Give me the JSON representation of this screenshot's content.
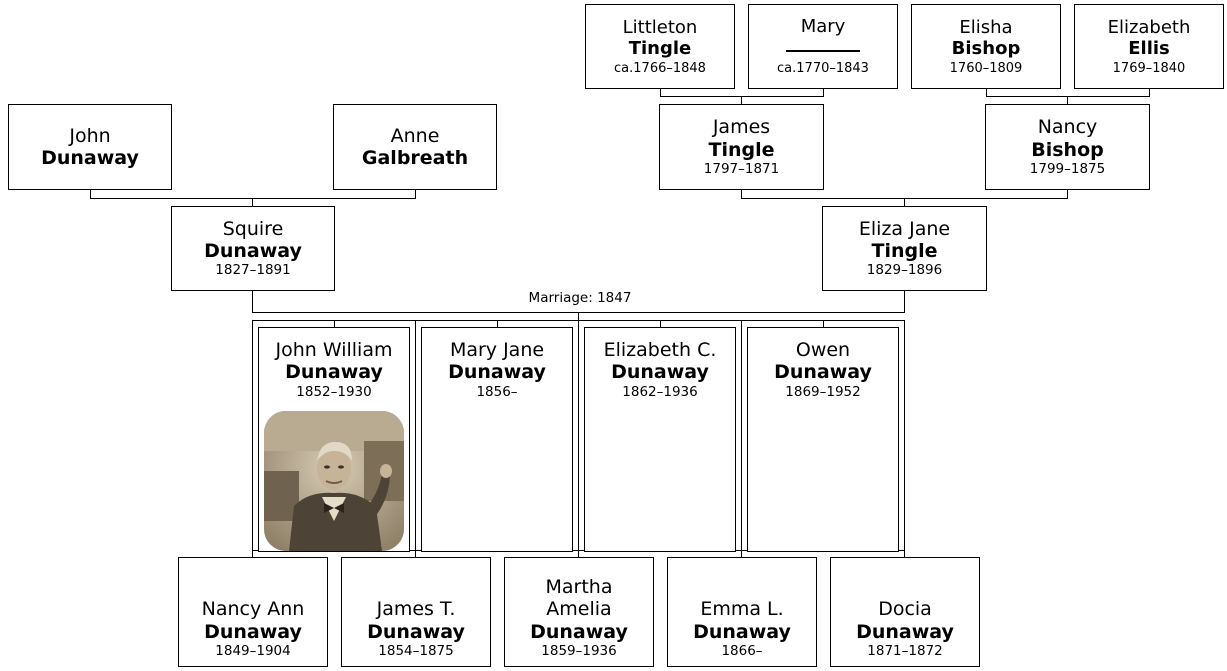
{
  "people": {
    "littleton": {
      "given": "Littleton",
      "surname": "Tingle",
      "dates": "ca.1766–1848"
    },
    "mary": {
      "given": "Mary",
      "surname": "",
      "dates": "ca.1770–1843"
    },
    "elisha": {
      "given": "Elisha",
      "surname": "Bishop",
      "dates": "1760–1809"
    },
    "elizabeth_ellis": {
      "given": "Elizabeth",
      "surname": "Ellis",
      "dates": "1769–1840"
    },
    "john": {
      "given": "John",
      "surname": "Dunaway",
      "dates": ""
    },
    "anne": {
      "given": "Anne",
      "surname": "Galbreath",
      "dates": ""
    },
    "james": {
      "given": "James",
      "surname": "Tingle",
      "dates": "1797–1871"
    },
    "nancy_bishop": {
      "given": "Nancy",
      "surname": "Bishop",
      "dates": "1799–1875"
    },
    "squire": {
      "given": "Squire",
      "surname": "Dunaway",
      "dates": "1827–1891"
    },
    "eliza_jane": {
      "given": "Eliza Jane",
      "surname": "Tingle",
      "dates": "1829–1896"
    },
    "john_william": {
      "given": "John William",
      "surname": "Dunaway",
      "dates": "1852–1930"
    },
    "mary_jane": {
      "given": "Mary Jane",
      "surname": "Dunaway",
      "dates": "1856–"
    },
    "elizabeth_c": {
      "given": "Elizabeth C.",
      "surname": "Dunaway",
      "dates": "1862–1936"
    },
    "owen": {
      "given": "Owen",
      "surname": "Dunaway",
      "dates": "1869–1952"
    },
    "nancy_ann": {
      "given": "Nancy Ann",
      "surname": "Dunaway",
      "dates": "1849–1904"
    },
    "james_t": {
      "given": "James T.",
      "surname": "Dunaway",
      "dates": "1854–1875"
    },
    "martha": {
      "given": "Martha Amelia",
      "given_line1": "Martha",
      "given_line2": "Amelia",
      "surname": "Dunaway",
      "dates": "1859–1936"
    },
    "emma": {
      "given": "Emma L.",
      "surname": "Dunaway",
      "dates": "1866–"
    },
    "docia": {
      "given": "Docia",
      "surname": "Dunaway",
      "dates": "1871–1872"
    }
  },
  "marriage_label": "Marriage: 1847",
  "colors": {
    "border": "#000000",
    "background": "#ffffff",
    "photo_tone": "#cdbfa6"
  }
}
